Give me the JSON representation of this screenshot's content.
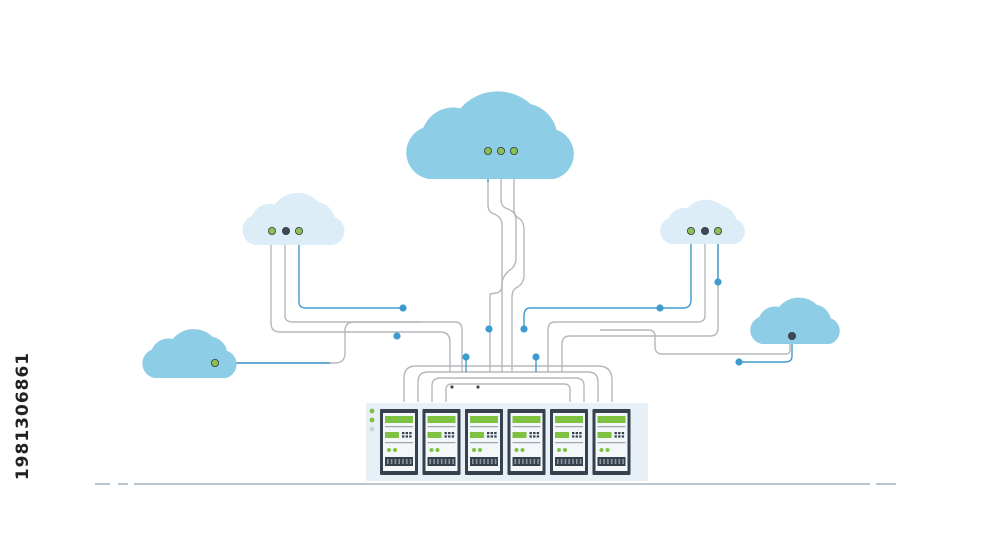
{
  "stock_id": "1981306861",
  "colors": {
    "cloud_main": "#8ecde6",
    "cloud_light": "#dcedf7",
    "wire_gray": "#b5b9bd",
    "wire_blue": "#3e9bd0",
    "dot_green": "#8cc152",
    "dot_dark": "#3f4a57",
    "rack_frame": "#e6f0f6",
    "rack_bezel": "#37414d",
    "screen_green": "#7fc241",
    "floor": "#b9c4cc"
  },
  "diagram": {
    "clouds": [
      {
        "name": "cloud-top-center",
        "tone": "main",
        "ports": [
          "green",
          "green",
          "green"
        ]
      },
      {
        "name": "cloud-upper-left",
        "tone": "light",
        "ports": [
          "green",
          "dark",
          "green"
        ]
      },
      {
        "name": "cloud-upper-right",
        "tone": "light",
        "ports": [
          "green",
          "dark",
          "green"
        ]
      },
      {
        "name": "cloud-lower-left",
        "tone": "main",
        "ports": [
          "green"
        ]
      },
      {
        "name": "cloud-lower-right",
        "tone": "main",
        "ports": [
          "dark"
        ]
      }
    ],
    "server_rack": {
      "units": 6
    }
  }
}
